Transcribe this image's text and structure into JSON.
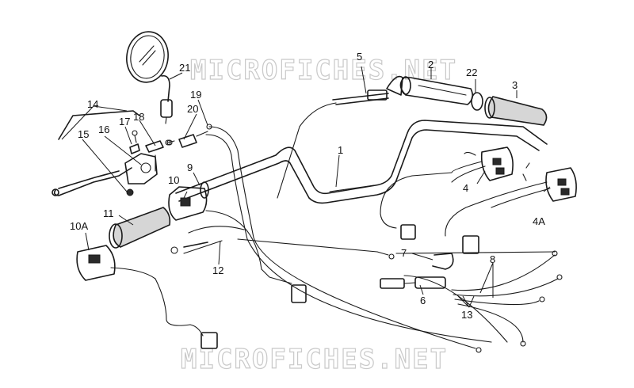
{
  "watermark": {
    "top": "MICROFICHES.NET",
    "bottom": "MICROFICHES.NET"
  },
  "callouts": [
    {
      "id": "1",
      "text": "1"
    },
    {
      "id": "2",
      "text": "2"
    },
    {
      "id": "3",
      "text": "3"
    },
    {
      "id": "4",
      "text": "4"
    },
    {
      "id": "4A",
      "text": "4A"
    },
    {
      "id": "5",
      "text": "5"
    },
    {
      "id": "6",
      "text": "6"
    },
    {
      "id": "7",
      "text": "7"
    },
    {
      "id": "8",
      "text": "8"
    },
    {
      "id": "9",
      "text": "9"
    },
    {
      "id": "10",
      "text": "10"
    },
    {
      "id": "10A",
      "text": "10A"
    },
    {
      "id": "11",
      "text": "11"
    },
    {
      "id": "12",
      "text": "12"
    },
    {
      "id": "13",
      "text": "13"
    },
    {
      "id": "14",
      "text": "14"
    },
    {
      "id": "15",
      "text": "15"
    },
    {
      "id": "16",
      "text": "16"
    },
    {
      "id": "17",
      "text": "17"
    },
    {
      "id": "18",
      "text": "18"
    },
    {
      "id": "19",
      "text": "19"
    },
    {
      "id": "20",
      "text": "20"
    },
    {
      "id": "21",
      "text": "21"
    },
    {
      "id": "22",
      "text": "22"
    }
  ]
}
